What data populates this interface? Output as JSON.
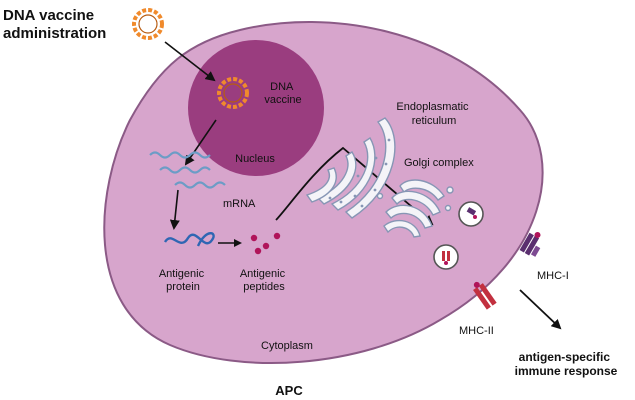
{
  "labels": {
    "dna_admin_line1": "DNA vaccine",
    "dna_admin_line2": "administration",
    "dna_vaccine_line1": "DNA",
    "dna_vaccine_line2": "vaccine",
    "nucleus": "Nucleus",
    "mrna": "mRNA",
    "antigenic_protein_line1": "Antigenic",
    "antigenic_protein_line2": "protein",
    "antigenic_peptides_line1": "Antigenic",
    "antigenic_peptides_line2": "peptides",
    "er_line1": "Endoplasmatic",
    "er_line2": "reticulum",
    "golgi": "Golgi complex",
    "mhc1": "MHC-I",
    "mhc2": "MHC-II",
    "cytoplasm": "Cytoplasm",
    "response_line1": "antigen-specific",
    "response_line2": "immune response",
    "apc": "APC"
  },
  "colors": {
    "cell_fill": "#d7a5cc",
    "cell_stroke": "#8b5a86",
    "nucleus_fill": "#9a3d7f",
    "plasmid": "#f08a2c",
    "mrna": "#6c9cc6",
    "protein": "#2f66b3",
    "peptides": "#b0145a",
    "organelle_fill": "#f4f4f8",
    "organelle_edge": "#8796b5",
    "mhc1": "#5a2f6f",
    "mhc2": "#c2303f"
  }
}
